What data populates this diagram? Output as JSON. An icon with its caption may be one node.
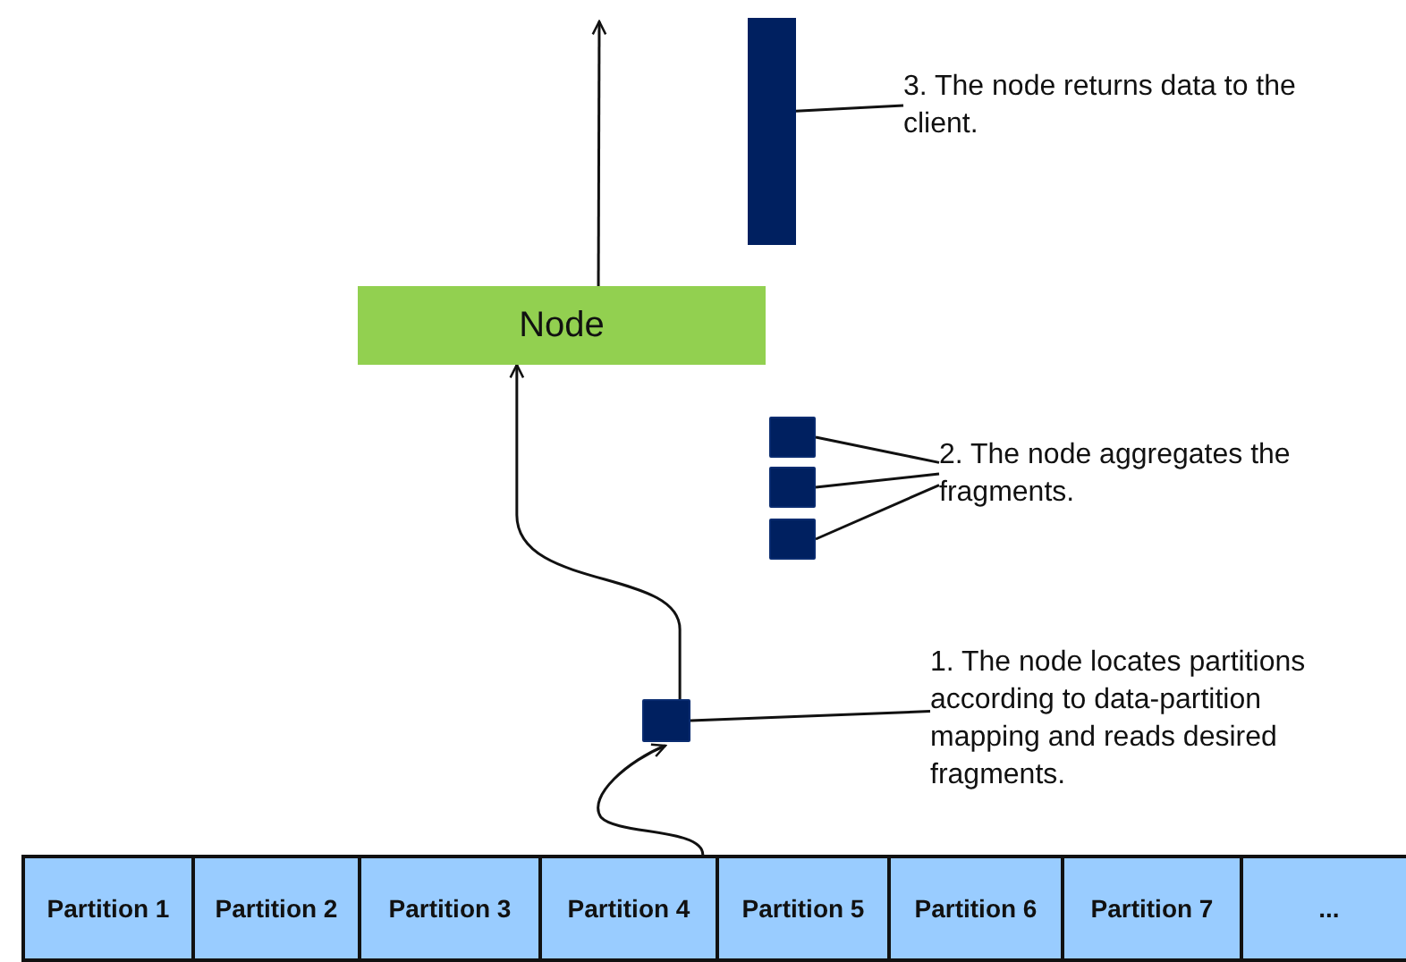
{
  "diagram": {
    "nodes": [
      {
        "text": [],
        "shape": "bar"
      },
      {
        "text": [
          "3. The node returns data to the client."
        ]
      },
      {
        "text": [
          "Node"
        ]
      },
      {
        "text": [],
        "shape": "box"
      },
      {
        "text": [],
        "shape": "box"
      },
      {
        "text": [],
        "shape": "box"
      },
      {
        "text": [
          "2. The node aggregates the fragments."
        ]
      },
      {
        "text": [],
        "shape": "box"
      },
      {
        "text": [
          "1. The node locates partitions according to data-partition mapping and reads desired fragments."
        ]
      },
      {
        "text": [
          "Partition 1"
        ]
      },
      {
        "text": [
          "Partition 2"
        ]
      },
      {
        "text": [
          "Partition 3"
        ]
      },
      {
        "text": [
          "Partition 4"
        ]
      },
      {
        "text": [
          "Partition 5"
        ]
      },
      {
        "text": [
          "Partition 6"
        ]
      },
      {
        "text": [
          "Partition 7"
        ]
      },
      {
        "text": [
          "..."
        ]
      }
    ],
    "edges": [
      {
        "from": 2,
        "to": null,
        "arrow": "to"
      },
      {
        "from": 1,
        "to": 0,
        "arrow": "none"
      },
      {
        "from": 6,
        "to": 3,
        "arrow": "none"
      },
      {
        "from": 6,
        "to": 4,
        "arrow": "none"
      },
      {
        "from": 6,
        "to": 5,
        "arrow": "none"
      },
      {
        "from": 7,
        "to": 2,
        "arrow": "to"
      },
      {
        "from": 8,
        "to": 7,
        "arrow": "none"
      },
      {
        "from": 12,
        "to": 7,
        "arrow": "to"
      }
    ]
  }
}
